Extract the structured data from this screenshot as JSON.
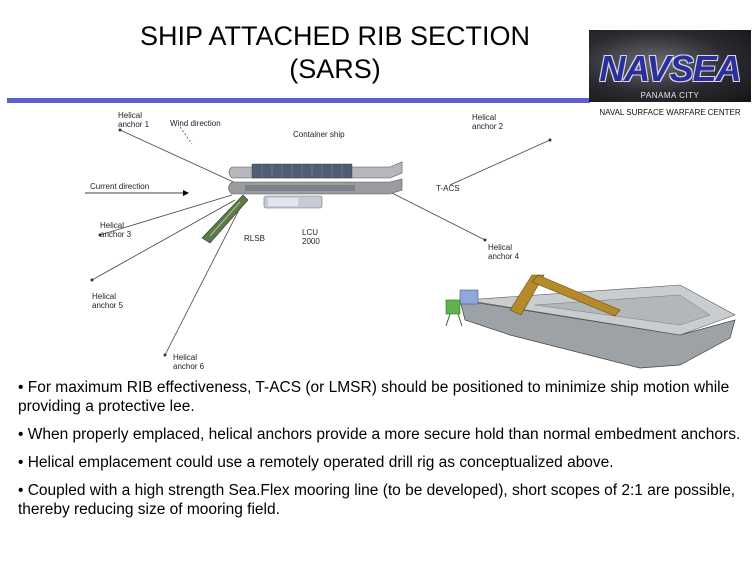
{
  "title": {
    "line1": "SHIP ATTACHED RIB SECTION",
    "line2": "(SARS)"
  },
  "logo": {
    "word": "NAVSEA",
    "city": "PANAMA CITY",
    "subtitle": "NAVAL SURFACE WARFARE CENTER"
  },
  "diagram": {
    "anchor1": [
      "Helical",
      "anchor 1"
    ],
    "anchor2": [
      "Helical",
      "anchor 2"
    ],
    "anchor3": [
      "Helical",
      "anchor 3"
    ],
    "anchor4": [
      "Helical",
      "anchor 4"
    ],
    "anchor5": [
      "Helical",
      "anchor 5"
    ],
    "anchor6": [
      "Helical",
      "anchor 6"
    ],
    "wind": "Wind direction",
    "current": "Current direction",
    "container_ship": "Container ship",
    "tacs": "T-ACS",
    "rlsb": "RLSB",
    "lcu": [
      "LCU",
      "2000"
    ]
  },
  "bullets": [
    "• For maximum RIB effectiveness, T-ACS (or LMSR) should be positioned to minimize ship motion while providing a protective lee.",
    "• When properly emplaced, helical anchors provide a more secure hold than normal embedment anchors.",
    "• Helical emplacement could use a remotely operated drill rig as conceptualized above.",
    "• Coupled with a high strength Sea.Flex mooring line (to be developed), short scopes of 2:1 are possible,  thereby reducing size of mooring field."
  ]
}
